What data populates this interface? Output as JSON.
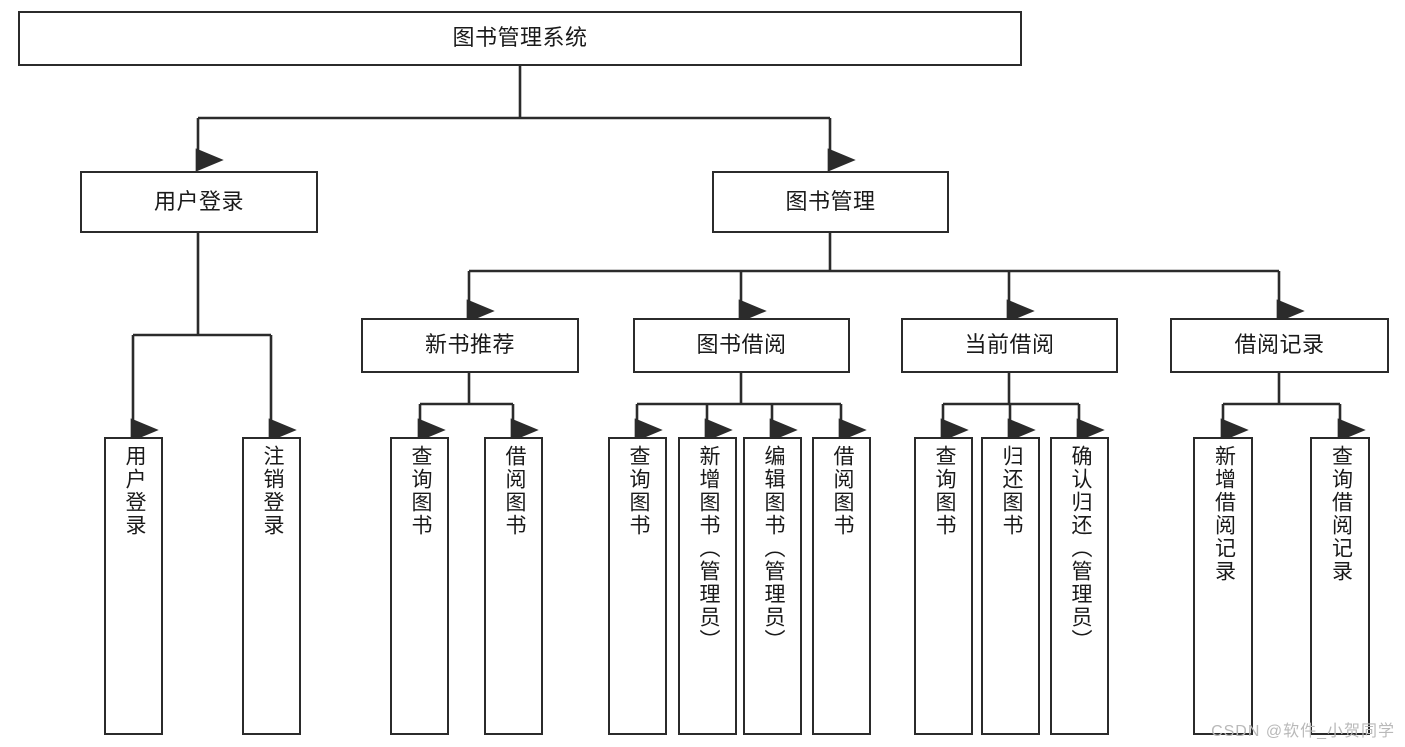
{
  "diagram": {
    "title": "图书管理系统",
    "type": "tree-hierarchy-chart",
    "orientation": "top-down",
    "colors": {
      "box_border": "#2b2b2b",
      "box_fill": "#ffffff",
      "connector": "#2b2b2b",
      "text": "#1a1a1a",
      "watermark": "#b9b9b9",
      "background": "#ffffff"
    },
    "root": {
      "label": "图书管理系统"
    },
    "level1": [
      {
        "label": "用户登录"
      },
      {
        "label": "图书管理"
      }
    ],
    "user_login_children": [
      {
        "label": "用户登录"
      },
      {
        "label": "注销登录"
      }
    ],
    "book_manage_children": [
      {
        "label": "新书推荐"
      },
      {
        "label": "图书借阅"
      },
      {
        "label": "当前借阅"
      },
      {
        "label": "借阅记录"
      }
    ],
    "new_book_children": [
      {
        "label": "查询图书"
      },
      {
        "label": "借阅图书"
      }
    ],
    "borrow_children": [
      {
        "label": "查询图书"
      },
      {
        "label": "新增图书（管理员）"
      },
      {
        "label": "编辑图书（管理员）"
      },
      {
        "label": "借阅图书"
      }
    ],
    "current_borrow_children": [
      {
        "label": "查询图书"
      },
      {
        "label": "归还图书"
      },
      {
        "label": "确认归还（管理员）"
      }
    ],
    "record_children": [
      {
        "label": "新增借阅记录"
      },
      {
        "label": "查询借阅记录"
      }
    ],
    "watermark": "CSDN @软件_小贺同学"
  }
}
